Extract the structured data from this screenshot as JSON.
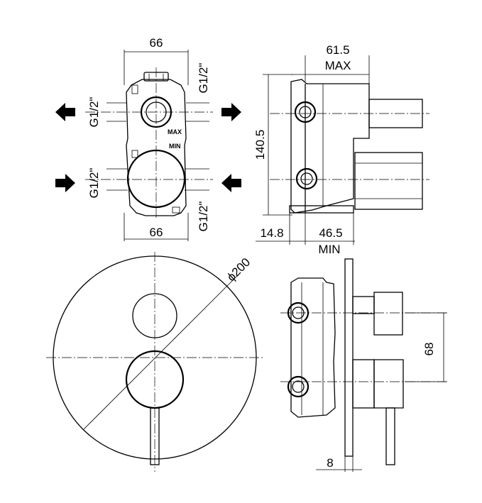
{
  "front_view": {
    "width_top": "66",
    "width_bottom": "66",
    "thread_right_top": "G1/2\"",
    "thread_left_top": "G1/2\"",
    "thread_left_bottom": "G1/2\"",
    "thread_right_bottom": "G1/2\"",
    "label_max": "MAX",
    "label_min": "MIN"
  },
  "side_view": {
    "depth_max": "61.5",
    "depth_max_label": "MAX",
    "height": "140.5",
    "offset": "14.8",
    "depth_min": "46.5",
    "depth_min_label": "MIN"
  },
  "plate_view": {
    "diameter": "ϕ200"
  },
  "assembly_view": {
    "spacing": "68",
    "plate_thickness": "8"
  }
}
